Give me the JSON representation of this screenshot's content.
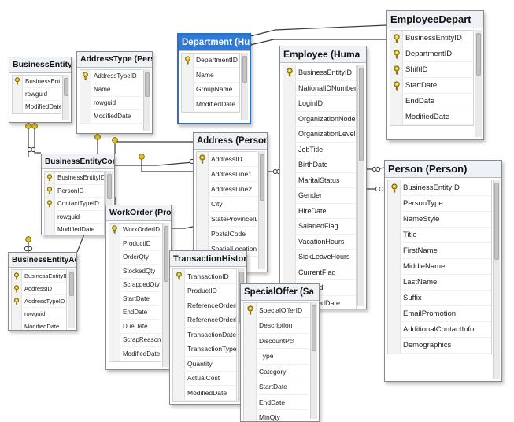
{
  "tables": [
    {
      "id": "businessentity",
      "title": "BusinessEntity (",
      "columns": [
        {
          "name": "BusinessEntityID",
          "pk": true
        },
        {
          "name": "rowguid",
          "pk": false
        },
        {
          "name": "ModifiedDate",
          "pk": false
        }
      ]
    },
    {
      "id": "addresstype",
      "title": "AddressType (Perso",
      "columns": [
        {
          "name": "AddressTypeID",
          "pk": true
        },
        {
          "name": "Name",
          "pk": false
        },
        {
          "name": "rowguid",
          "pk": false
        },
        {
          "name": "ModifiedDate",
          "pk": false
        }
      ]
    },
    {
      "id": "department",
      "title": "Department (Hu",
      "selected": true,
      "columns": [
        {
          "name": "DepartmentID",
          "pk": true
        },
        {
          "name": "Name",
          "pk": false
        },
        {
          "name": "GroupName",
          "pk": false
        },
        {
          "name": "ModifiedDate",
          "pk": false
        }
      ]
    },
    {
      "id": "employee",
      "title": "Employee (Huma",
      "columns": [
        {
          "name": "BusinessEntityID",
          "pk": true
        },
        {
          "name": "NationalIDNumber",
          "pk": false
        },
        {
          "name": "LoginID",
          "pk": false
        },
        {
          "name": "OrganizationNode",
          "pk": false
        },
        {
          "name": "OrganizationLevel",
          "pk": false
        },
        {
          "name": "JobTitle",
          "pk": false
        },
        {
          "name": "BirthDate",
          "pk": false
        },
        {
          "name": "MaritalStatus",
          "pk": false
        },
        {
          "name": "Gender",
          "pk": false
        },
        {
          "name": "HireDate",
          "pk": false
        },
        {
          "name": "SalariedFlag",
          "pk": false
        },
        {
          "name": "VacationHours",
          "pk": false
        },
        {
          "name": "SickLeaveHours",
          "pk": false
        },
        {
          "name": "CurrentFlag",
          "pk": false
        },
        {
          "name": "rowguid",
          "pk": false
        },
        {
          "name": "ModifiedDate",
          "pk": false
        }
      ]
    },
    {
      "id": "employeedepartment",
      "title": "EmployeeDepart",
      "columns": [
        {
          "name": "BusinessEntityID",
          "pk": true
        },
        {
          "name": "DepartmentID",
          "pk": true
        },
        {
          "name": "ShiftID",
          "pk": true
        },
        {
          "name": "StartDate",
          "pk": true
        },
        {
          "name": "EndDate",
          "pk": false
        },
        {
          "name": "ModifiedDate",
          "pk": false
        }
      ]
    },
    {
      "id": "businessentitycontact",
      "title": "BusinessEntityConta",
      "columns": [
        {
          "name": "BusinessEntityID",
          "pk": true
        },
        {
          "name": "PersonID",
          "pk": true
        },
        {
          "name": "ContactTypeID",
          "pk": true
        },
        {
          "name": "rowguid",
          "pk": false
        },
        {
          "name": "ModifiedDate",
          "pk": false
        }
      ]
    },
    {
      "id": "address",
      "title": "Address (Person",
      "columns": [
        {
          "name": "AddressID",
          "pk": true
        },
        {
          "name": "AddressLine1",
          "pk": false
        },
        {
          "name": "AddressLine2",
          "pk": false
        },
        {
          "name": "City",
          "pk": false
        },
        {
          "name": "StateProvinceID",
          "pk": false
        },
        {
          "name": "PostalCode",
          "pk": false
        },
        {
          "name": "SpatialLocation",
          "pk": false
        }
      ]
    },
    {
      "id": "person",
      "title": "Person (Person)",
      "columns": [
        {
          "name": "BusinessEntityID",
          "pk": true
        },
        {
          "name": "PersonType",
          "pk": false
        },
        {
          "name": "NameStyle",
          "pk": false
        },
        {
          "name": "Title",
          "pk": false
        },
        {
          "name": "FirstName",
          "pk": false
        },
        {
          "name": "MiddleName",
          "pk": false
        },
        {
          "name": "LastName",
          "pk": false
        },
        {
          "name": "Suffix",
          "pk": false
        },
        {
          "name": "EmailPromotion",
          "pk": false
        },
        {
          "name": "AdditionalContactInfo",
          "pk": false
        },
        {
          "name": "Demographics",
          "pk": false
        }
      ]
    },
    {
      "id": "workorder",
      "title": "WorkOrder (Pro",
      "columns": [
        {
          "name": "WorkOrderID",
          "pk": true
        },
        {
          "name": "ProductID",
          "pk": false
        },
        {
          "name": "OrderQty",
          "pk": false
        },
        {
          "name": "StockedQty",
          "pk": false
        },
        {
          "name": "ScrappedQty",
          "pk": false
        },
        {
          "name": "StartDate",
          "pk": false
        },
        {
          "name": "EndDate",
          "pk": false
        },
        {
          "name": "DueDate",
          "pk": false
        },
        {
          "name": "ScrapReasonID",
          "pk": false
        },
        {
          "name": "ModifiedDate",
          "pk": false
        }
      ]
    },
    {
      "id": "businessentityaddress",
      "title": "BusinessEntityAddr",
      "columns": [
        {
          "name": "BusinessEntityID",
          "pk": true
        },
        {
          "name": "AddressID",
          "pk": true
        },
        {
          "name": "AddressTypeID",
          "pk": true
        },
        {
          "name": "rowguid",
          "pk": false
        },
        {
          "name": "ModifiedDate",
          "pk": false
        }
      ]
    },
    {
      "id": "transactionhistory",
      "title": "TransactionHistor",
      "columns": [
        {
          "name": "TransactionID",
          "pk": true
        },
        {
          "name": "ProductID",
          "pk": false
        },
        {
          "name": "ReferenceOrderID",
          "pk": false
        },
        {
          "name": "ReferenceOrderL...",
          "pk": false
        },
        {
          "name": "TransactionDate",
          "pk": false
        },
        {
          "name": "TransactionType",
          "pk": false
        },
        {
          "name": "Quantity",
          "pk": false
        },
        {
          "name": "ActualCost",
          "pk": false
        },
        {
          "name": "ModifiedDate",
          "pk": false
        }
      ]
    },
    {
      "id": "specialoffer",
      "title": "SpecialOffer (Sa",
      "columns": [
        {
          "name": "SpecialOfferID",
          "pk": true
        },
        {
          "name": "Description",
          "pk": false
        },
        {
          "name": "DiscountPct",
          "pk": false
        },
        {
          "name": "Type",
          "pk": false
        },
        {
          "name": "Category",
          "pk": false
        },
        {
          "name": "StartDate",
          "pk": false
        },
        {
          "name": "EndDate",
          "pk": false
        },
        {
          "name": "MinQty",
          "pk": false
        }
      ]
    }
  ],
  "colors": {
    "selected_title": "#2f7ad6",
    "key_icon": "#e3c21b"
  }
}
